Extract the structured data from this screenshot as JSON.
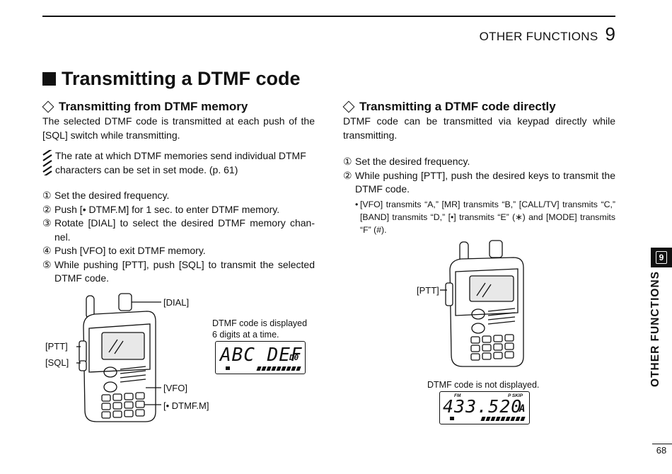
{
  "header": {
    "section": "OTHER FUNCTIONS",
    "number": "9"
  },
  "title": "Transmitting a DTMF code",
  "left": {
    "heading": "Transmitting from DTMF memory",
    "intro": "The selected DTMF code is transmitted at each push of the [SQL] switch while transmitting.",
    "note": "The rate at which DTMF memories send individual DTMF characters can be set in set mode. (p. 61)",
    "steps": [
      {
        "n": "①",
        "text": "Set the desired frequency."
      },
      {
        "n": "②",
        "text": "Push [• DTMF.M] for 1 sec. to enter DTMF memory."
      },
      {
        "n": "③",
        "text": "Rotate [DIAL] to select the desired DTMF memory chan-nel."
      },
      {
        "n": "④",
        "text": "Push [VFO] to exit DTMF memory."
      },
      {
        "n": "⑤",
        "text": "While pushing [PTT], push [SQL] to transmit the selected DTMF code."
      }
    ],
    "labels": {
      "dial": "[DIAL]",
      "ptt": "[PTT]",
      "sql": "[SQL]",
      "vfo": "[VFO]",
      "dtmfm": "[• DTMF.M]"
    },
    "caption_line1": "DTMF code is displayed",
    "caption_line2": "6 digits at a time.",
    "lcd": {
      "main": "ABC DEF",
      "sub": "D0"
    }
  },
  "right": {
    "heading": "Transmitting a DTMF code directly",
    "intro": "DTMF code can be transmitted via keypad directly while transmitting.",
    "steps": [
      {
        "n": "①",
        "text": "Set the desired frequency."
      },
      {
        "n": "②",
        "text": "While pushing [PTT], push the desired keys to transmit the DTMF code."
      }
    ],
    "bullet": "[VFO] transmits “A,” [MR] transmits “B,” [CALL/TV] transmits “C,” [BAND] transmits “D,” [•] transmits “E” (∗) and [MODE] transmits “F” (#).",
    "labels": {
      "ptt": "[PTT]"
    },
    "caption": "DTMF code is not displayed.",
    "lcd": {
      "main": "433.520",
      "sub": "A",
      "fm": "FM",
      "pskip": "P SKIP"
    }
  },
  "side_tab": {
    "number": "9",
    "label": "OTHER FUNCTIONS"
  },
  "page_number": "68"
}
